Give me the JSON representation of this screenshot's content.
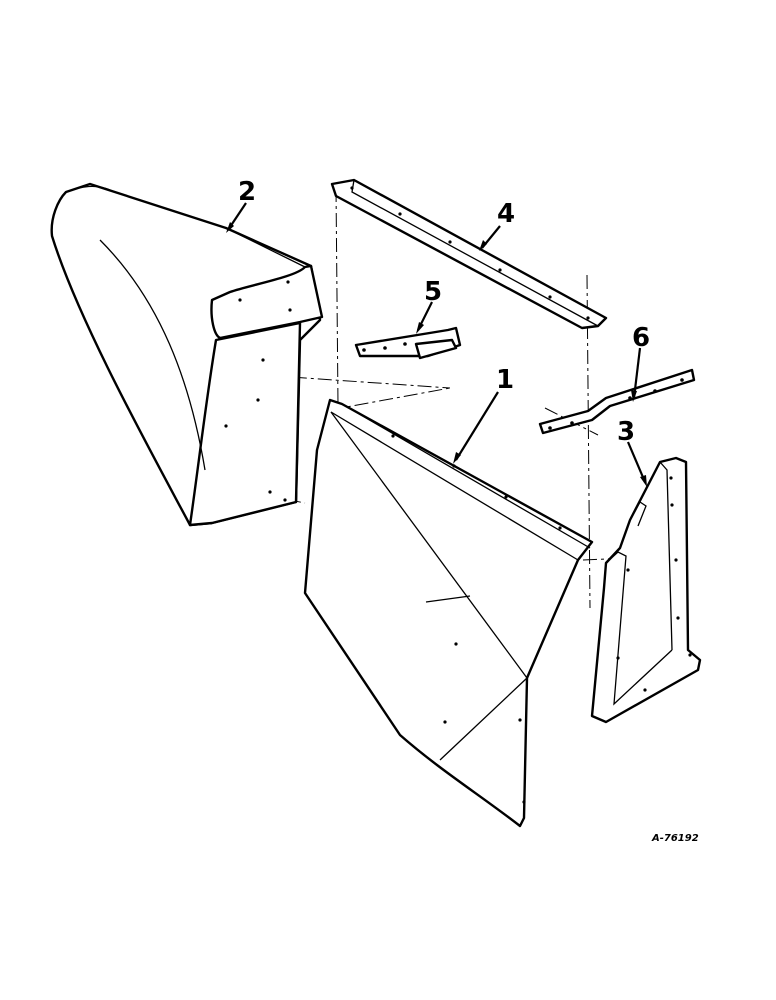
{
  "callouts": {
    "part_1": "1",
    "part_2": "2",
    "part_3": "3",
    "part_4": "4",
    "part_5": "5",
    "part_6": "6"
  },
  "drawing_number": "A-76192"
}
